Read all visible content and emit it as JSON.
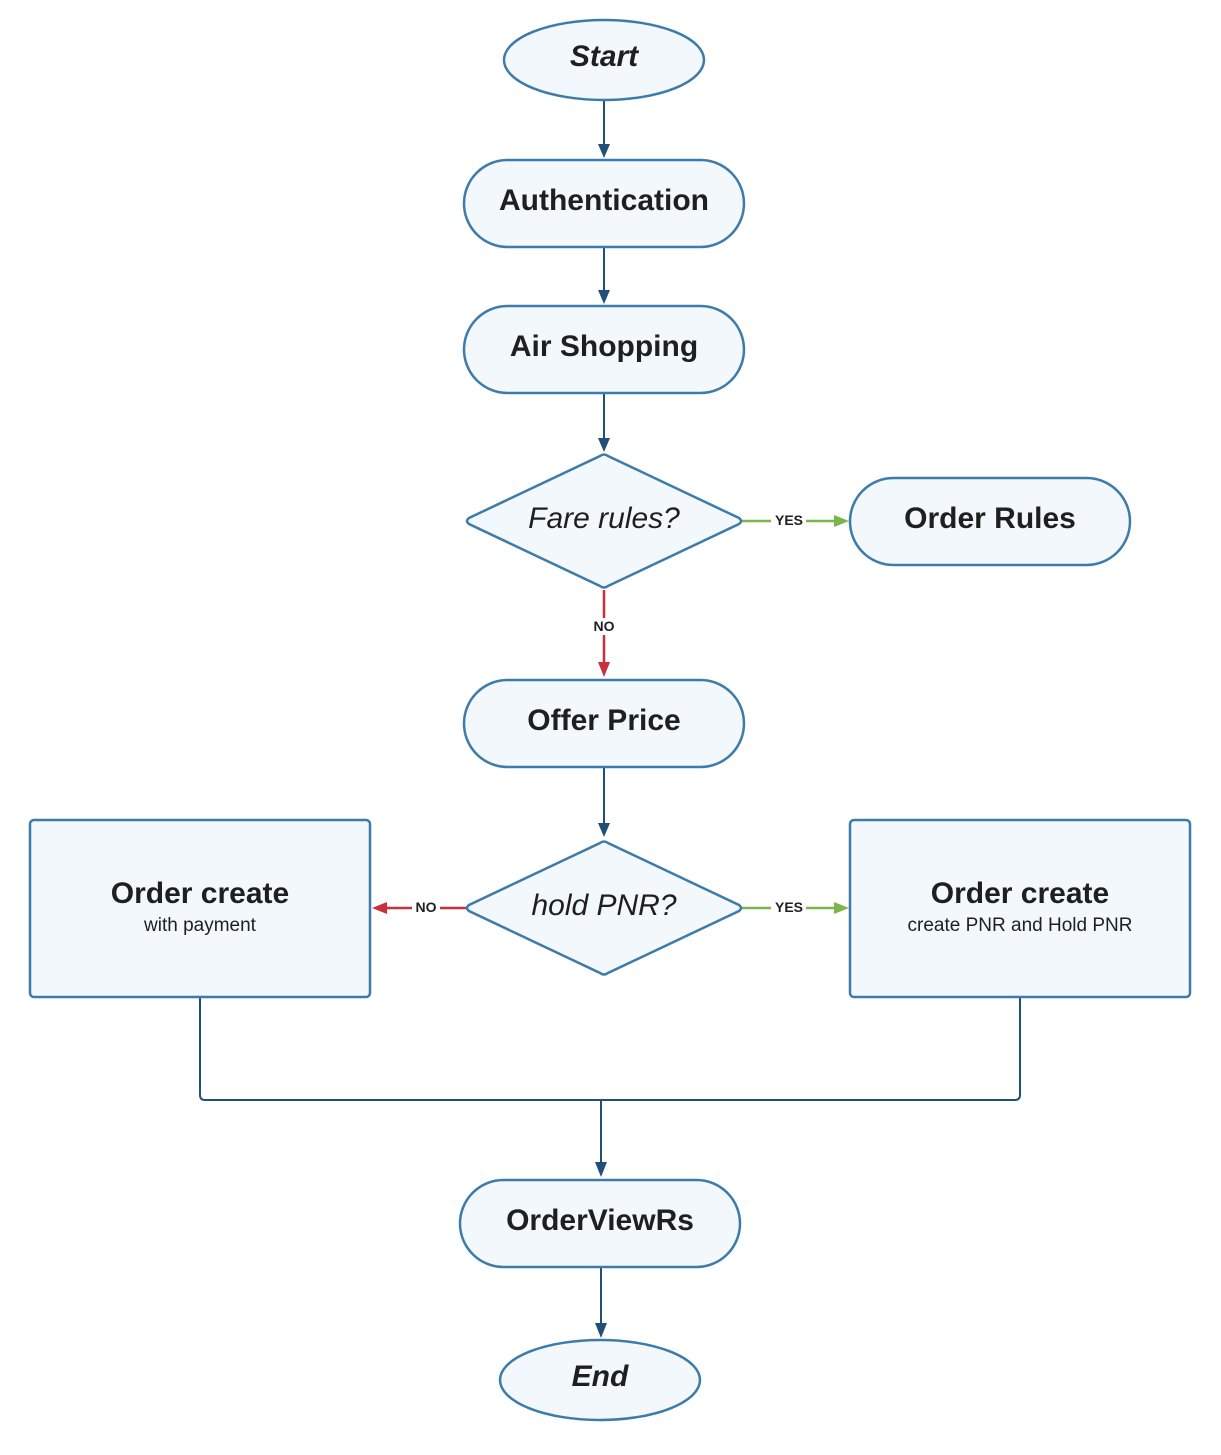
{
  "nodes": {
    "start": {
      "label": "Start"
    },
    "authentication": {
      "label": "Authentication"
    },
    "air_shopping": {
      "label": "Air Shopping"
    },
    "fare_rules": {
      "label": "Fare rules?"
    },
    "order_rules": {
      "label": "Order Rules"
    },
    "offer_price": {
      "label": "Offer Price"
    },
    "hold_pnr": {
      "label": "hold PNR?"
    },
    "order_create_payment": {
      "label": "Order create",
      "sublabel": "with payment"
    },
    "order_create_hold": {
      "label": "Order create",
      "sublabel": "create PNR and Hold PNR"
    },
    "order_view": {
      "label": "OrderViewRs"
    },
    "end": {
      "label": "End"
    }
  },
  "edges": {
    "fare_rules_yes": "YES",
    "fare_rules_no": "NO",
    "hold_pnr_no": "NO",
    "hold_pnr_yes": "YES"
  },
  "colors": {
    "node_fill": "#f2f8fc",
    "node_stroke": "#3d7bab",
    "edge_default": "#20507a",
    "edge_yes": "#7bb54b",
    "edge_no": "#c9303c"
  }
}
